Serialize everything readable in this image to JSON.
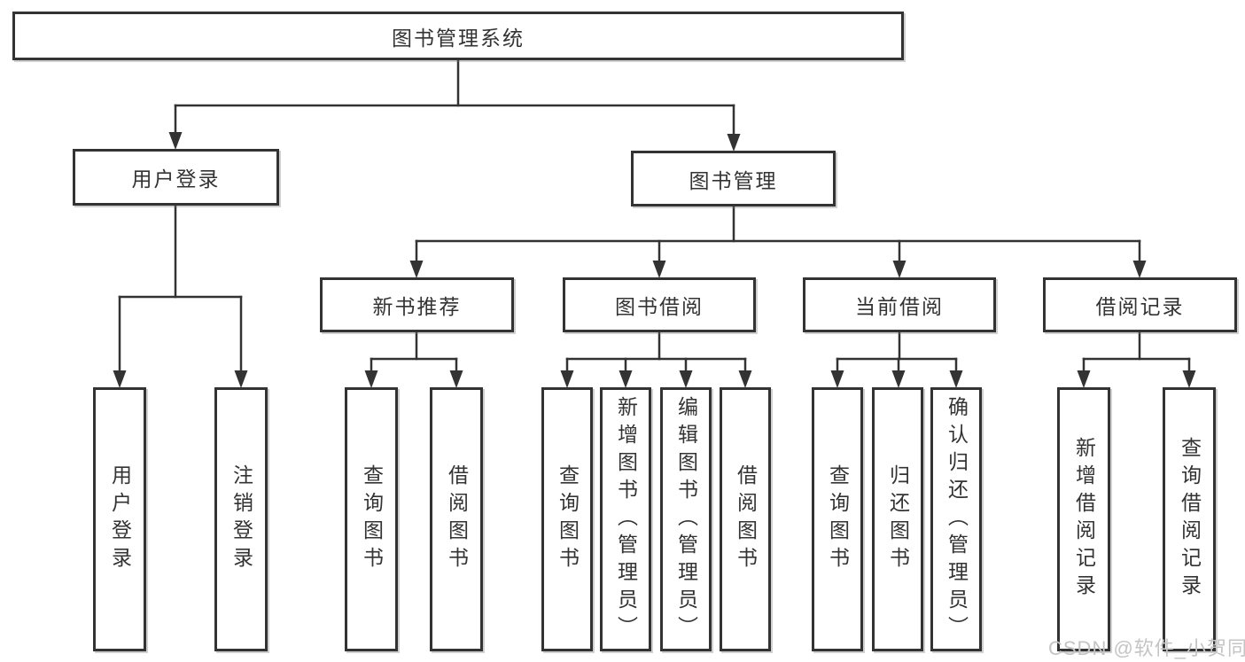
{
  "diagram_title": "图书管理系统",
  "watermark": {
    "text": "CSDN @软件_小贺同学",
    "color": "#c4c4c4"
  },
  "colors": {
    "line": "#333333",
    "text": "#333333",
    "box_border": "#333333",
    "background": "#ffffff"
  },
  "tree": {
    "label": "图书管理系统",
    "children": [
      {
        "label": "用户登录",
        "children": [
          {
            "label": "用户登录"
          },
          {
            "label": "注销登录"
          }
        ]
      },
      {
        "label": "图书管理",
        "children": [
          {
            "label": "新书推荐",
            "children": [
              {
                "label": "查询图书"
              },
              {
                "label": "借阅图书"
              }
            ]
          },
          {
            "label": "图书借阅",
            "children": [
              {
                "label": "查询图书"
              },
              {
                "label": "新增图书（管理员）"
              },
              {
                "label": "编辑图书（管理员）"
              },
              {
                "label": "借阅图书"
              }
            ]
          },
          {
            "label": "当前借阅",
            "children": [
              {
                "label": "查询图书"
              },
              {
                "label": "归还图书"
              },
              {
                "label": "确认归还（管理员）"
              }
            ]
          },
          {
            "label": "借阅记录",
            "children": [
              {
                "label": "新增借阅记录"
              },
              {
                "label": "查询借阅记录"
              }
            ]
          }
        ]
      }
    ]
  }
}
